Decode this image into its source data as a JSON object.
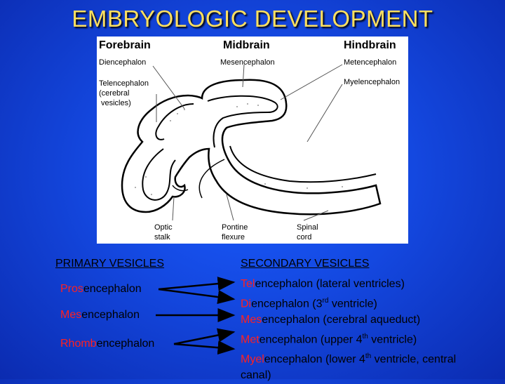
{
  "title": "EMBRYOLOGIC DEVELOPMENT",
  "figure": {
    "forebrain": "Forebrain",
    "midbrain": "Midbrain",
    "hindbrain": "Hindbrain",
    "diencephalon": "Diencephalon",
    "mesencephalon": "Mesencephalon",
    "metencephalon": "Metencephalon",
    "telencephalon_line1": "Telencephalon",
    "telencephalon_line2": "(cerebral",
    "telencephalon_line3": "vesicles)",
    "myelencephalon": "Myelencephalon",
    "optic_line1": "Optic",
    "optic_line2": "stalk",
    "pontine_line1": "Pontine",
    "pontine_line2": "flexure",
    "spinal_line1": "Spinal",
    "spinal_line2": "cord"
  },
  "primary": {
    "heading": "PRIMARY VESICLES",
    "items": [
      {
        "prefix": "Pros",
        "suffix": "encephalon"
      },
      {
        "prefix": "Mes",
        "suffix": "encephalon"
      },
      {
        "prefix": "Rhomb",
        "suffix": "encephalon"
      }
    ]
  },
  "secondary": {
    "heading": "SECONDARY VESICLES",
    "items": [
      {
        "prefix": "Tel",
        "suffix": "encephalon",
        "note_before": " (lateral ventricles)",
        "sup": "",
        "note_after": ""
      },
      {
        "prefix": "Di",
        "suffix": "encephalon",
        "note_before": " (3",
        "sup": "rd",
        "note_after": " ventricle)"
      },
      {
        "prefix": "Mes",
        "suffix": "encephalon",
        "note_before": " (cerebral aqueduct)",
        "sup": "",
        "note_after": ""
      },
      {
        "prefix": "Met",
        "suffix": "encephalon",
        "note_before": " (upper 4",
        "sup": "th",
        "note_after": " ventricle)"
      },
      {
        "prefix": "Myel",
        "suffix": "encephalon",
        "note_before": " (lower 4",
        "sup": "th",
        "note_after": " ventricle, central"
      },
      {
        "prefix": "",
        "suffix": "",
        "note_before": "canal)",
        "sup": "",
        "note_after": ""
      }
    ]
  },
  "colors": {
    "background": "#1448e0",
    "title": "#ffe060",
    "highlight": "#ff2020",
    "text": "#000000"
  }
}
